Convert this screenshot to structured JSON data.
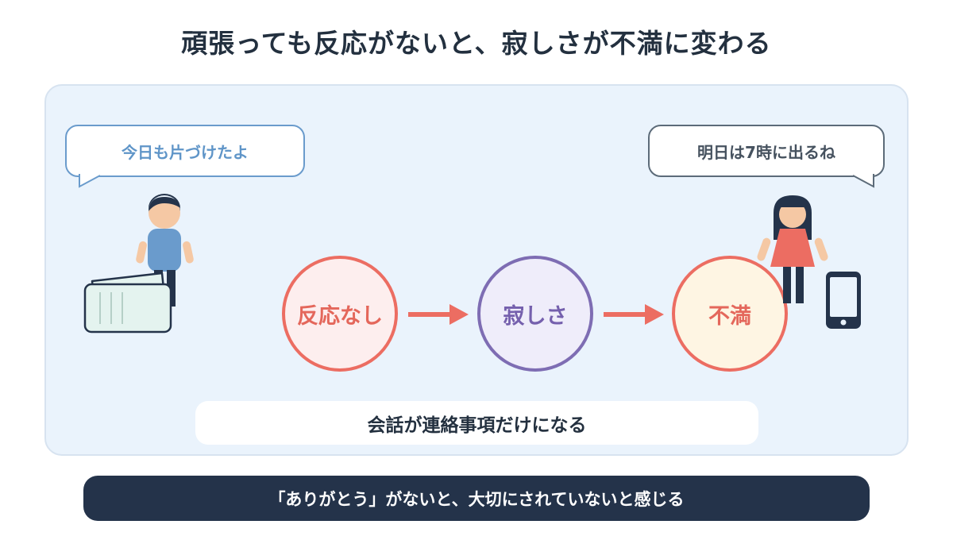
{
  "title": "頑張っても反応がないと、寂しさが不満に変わる",
  "bubbles": {
    "left": "今日も片づけたよ",
    "right": "明日は7時に出るね"
  },
  "flow": [
    {
      "label": "反応なし",
      "fill": "#fdeeee",
      "stroke": "#ec6d62"
    },
    {
      "label": "寂しさ",
      "fill": "#efedfa",
      "stroke": "#7e6db3"
    },
    {
      "label": "不満",
      "fill": "#fef5e3",
      "stroke": "#ec6d62"
    }
  ],
  "result": "会話が連絡事項だけになる",
  "footer": "「ありがとう」がないと、大切にされていないと感じる",
  "colors": {
    "accent_red": "#ec6d62",
    "accent_purple": "#7e6db3",
    "navy": "#24334a",
    "panel": "#eaf3fc",
    "man_shirt": "#6a9bcc",
    "woman_dress": "#ec6d62"
  },
  "icons": [
    "man-figure",
    "laundry-basket-icon",
    "woman-figure",
    "smartphone-icon",
    "arrow-right-icon"
  ]
}
